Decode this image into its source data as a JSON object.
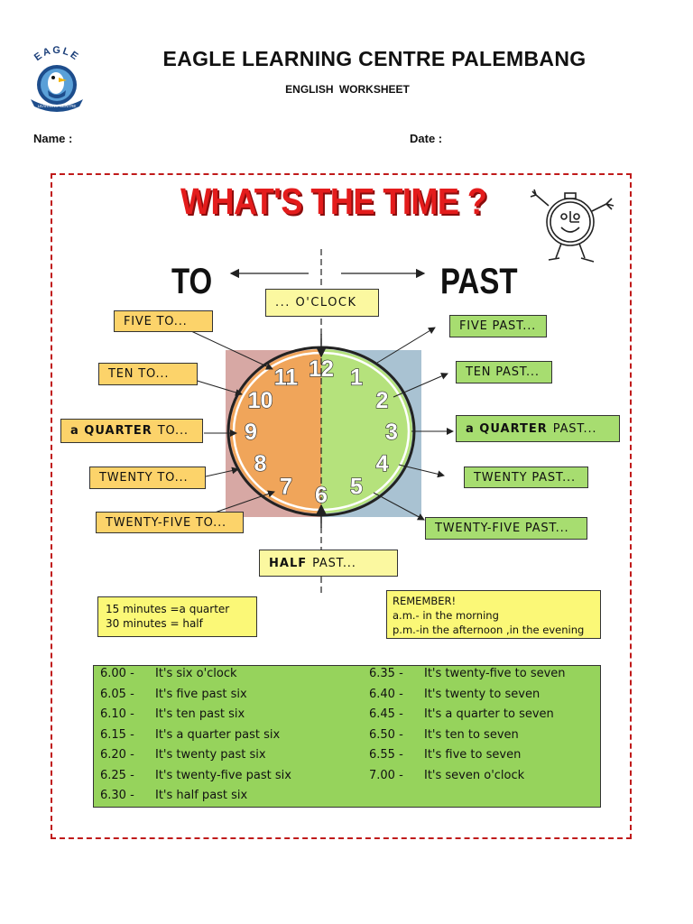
{
  "header": {
    "school_name": "EAGLE LEARNING CENTRE PALEMBANG",
    "worksheet_title": "ENGLISH WORKSHEET",
    "logo_text_top": "EAGLE",
    "logo_text_bottom": "LEARNING CENTRE",
    "name_label": "Name :",
    "date_label": "Date :"
  },
  "poster": {
    "title": "WHAT'S THE TIME ?",
    "to_label": "TO",
    "past_label": "PAST",
    "oclock_label": "... O'CLOCK",
    "half_past": {
      "bold": "HALF",
      "rest": "PAST..."
    },
    "to_boxes": [
      {
        "bold": "",
        "rest": "FIVE TO..."
      },
      {
        "bold": "",
        "rest": "TEN TO..."
      },
      {
        "bold": "a QUARTER",
        "rest": "TO..."
      },
      {
        "bold": "",
        "rest": "TWENTY TO..."
      },
      {
        "bold": "",
        "rest": "TWENTY-FIVE TO..."
      }
    ],
    "past_boxes": [
      {
        "bold": "",
        "rest": "FIVE PAST..."
      },
      {
        "bold": "",
        "rest": "TEN PAST..."
      },
      {
        "bold": "a QUARTER",
        "rest": "PAST..."
      },
      {
        "bold": "",
        "rest": "TWENTY PAST..."
      },
      {
        "bold": "",
        "rest": "TWENTY-FIVE PAST..."
      }
    ],
    "clock_numbers": [
      "12",
      "1",
      "2",
      "3",
      "4",
      "5",
      "6",
      "7",
      "8",
      "9",
      "10",
      "11"
    ],
    "colors": {
      "to_half": "#f0a55a",
      "past_half": "#b5e27c",
      "to_square": "#d7a8a4",
      "past_square": "#a9c2d2",
      "title_red": "#e41c1c"
    }
  },
  "notes": {
    "left": [
      "15 minutes =a quarter",
      "30 minutes = half"
    ],
    "right": [
      "REMEMBER!",
      "a.m.- in the morning",
      "p.m.-in the afternoon ,in the evening"
    ]
  },
  "examples": {
    "left": [
      {
        "time": "6.00 -",
        "phrase": "It's six o'clock"
      },
      {
        "time": "6.05 -",
        "phrase": "It's five past six"
      },
      {
        "time": "6.10 -",
        "phrase": "It's ten past  six"
      },
      {
        "time": "6.15 -",
        "phrase": "It's a quarter past six"
      },
      {
        "time": "6.20 -",
        "phrase": "It's twenty past six"
      },
      {
        "time": "6.25 -",
        "phrase": "It's twenty-five past six"
      },
      {
        "time": "6.30 -",
        "phrase": "It's half past six"
      }
    ],
    "right": [
      {
        "time": "6.35 -",
        "phrase": "It's twenty-five to seven"
      },
      {
        "time": "6.40 -",
        "phrase": "It's twenty to seven"
      },
      {
        "time": "6.45 -",
        "phrase": "It's a quarter to seven"
      },
      {
        "time": "6.50 -",
        "phrase": "It's ten to seven"
      },
      {
        "time": "6.55 -",
        "phrase": "It's five to seven"
      },
      {
        "time": "7.00 -",
        "phrase": "It's seven o'clock"
      }
    ]
  }
}
